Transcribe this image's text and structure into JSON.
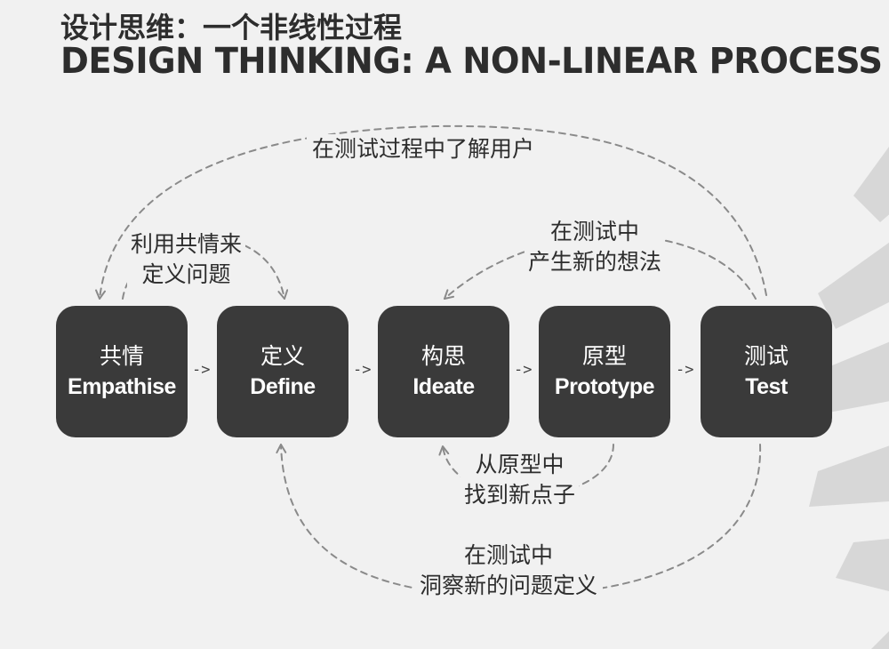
{
  "title": {
    "cn": "设计思维：一个非线性过程",
    "en": "DESIGN THINKING: A NON-LINEAR PROCESS"
  },
  "stages": [
    {
      "cn": "共情",
      "en": "Empathise"
    },
    {
      "cn": "定义",
      "en": "Define"
    },
    {
      "cn": "构思",
      "en": "Ideate"
    },
    {
      "cn": "原型",
      "en": "Prototype"
    },
    {
      "cn": "测试",
      "en": "Test"
    }
  ],
  "step_arrow": "->",
  "loops": {
    "test_to_empathise": [
      "在测试过程中了解用户"
    ],
    "empathise_to_define": [
      "利用共情来",
      "定义问题"
    ],
    "test_to_ideate": [
      "在测试中",
      "产生新的想法"
    ],
    "prototype_to_ideate": [
      "从原型中",
      "找到新点子"
    ],
    "test_to_define": [
      "在测试中",
      "洞察新的问题定义"
    ]
  },
  "colors": {
    "background": "#f1f1f1",
    "stage_fill": "#3a3a3a",
    "stage_text": "#ffffff",
    "text": "#2d2d2d",
    "dashed_line": "#8a8a8a"
  }
}
